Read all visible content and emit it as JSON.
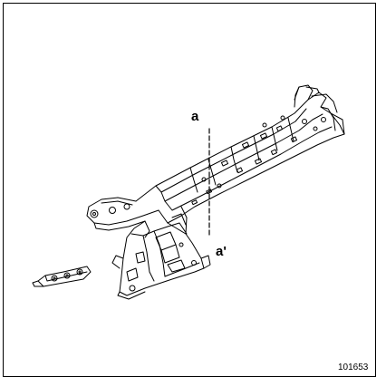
{
  "labels": {
    "section_top": "a",
    "section_bottom": "a'"
  },
  "figure_id": "101653",
  "colors": {
    "line": "#000000",
    "background": "#ffffff"
  }
}
